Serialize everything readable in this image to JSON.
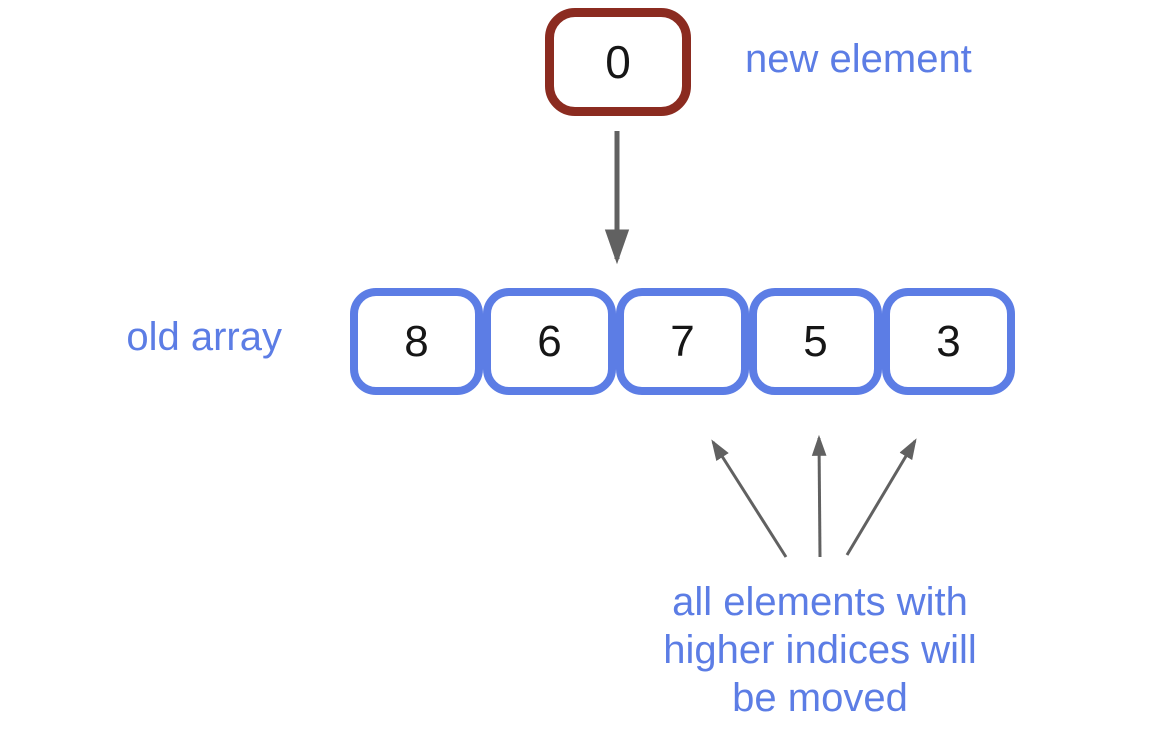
{
  "colors": {
    "accent_blue": "#5c7de5",
    "brick_red": "#8b2b20",
    "arrow_gray": "#616161",
    "number_black": "#161616",
    "background": "#ffffff"
  },
  "new_element": {
    "value": "0",
    "label": "new element"
  },
  "old_array": {
    "label": "old array",
    "values": [
      "8",
      "6",
      "7",
      "5",
      "3"
    ]
  },
  "annotation": {
    "lines": [
      "all elements with",
      "higher indices will",
      "be moved"
    ]
  },
  "icons": {
    "insert_arrow": "arrow-down",
    "shift_arrows": "arrow-up-fan"
  }
}
